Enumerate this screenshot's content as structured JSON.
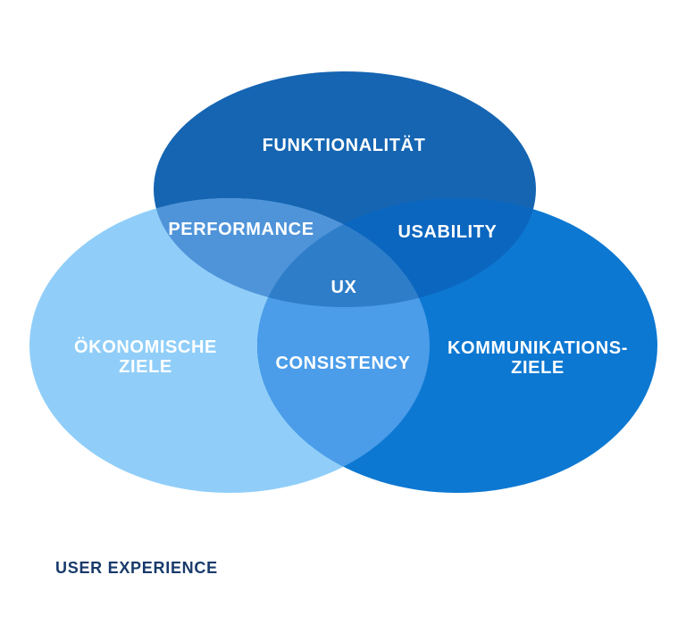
{
  "diagram": {
    "type": "venn-3-circle",
    "background_color": "#ffffff",
    "sets": {
      "funktionalitaet": {
        "label": "FUNKTIONALITÄT",
        "color": "#1565b2"
      },
      "oekonomische_ziele": {
        "label_line1": "ÖKONOMISCHE",
        "label_line2": "ZIELE",
        "color": "#90cef9"
      },
      "kommunikations_ziele": {
        "label_line1": "KOMMUNIKATIONS-",
        "label_line2": "ZIELE",
        "color": "#0d78d2"
      }
    },
    "overlaps": {
      "performance": {
        "label": "PERFORMANCE",
        "color": "#4f94d9",
        "between": "funktionalitaet + oekonomische_ziele"
      },
      "usability": {
        "label": "USABILITY",
        "color": "#0b66bf",
        "between": "funktionalitaet + kommunikations_ziele"
      },
      "consistency": {
        "label": "CONSISTENCY",
        "color": "#4b9de9",
        "between": "oekonomische_ziele + kommunikations_ziele"
      },
      "ux": {
        "label": "UX",
        "color": "#2e7dc8",
        "between": "all three"
      }
    },
    "caption": {
      "text": "USER EXPERIENCE",
      "color": "#183a6b"
    }
  }
}
